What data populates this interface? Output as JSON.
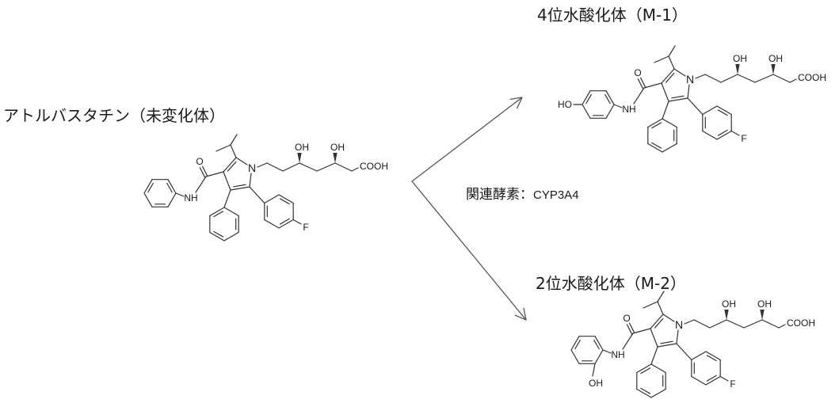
{
  "parent": {
    "title": "アトルバスタチン（未変化体）",
    "atoms": {
      "n": "N",
      "o": "O",
      "nh": "NH",
      "f": "F",
      "oh_1": "OH",
      "oh_2": "OH",
      "cooh": "COOH"
    }
  },
  "metabolite_m1": {
    "title": "4位水酸化体（M-1）",
    "atoms": {
      "n": "N",
      "o": "O",
      "nh": "NH",
      "f": "F",
      "oh_1": "OH",
      "oh_2": "OH",
      "cooh": "COOH",
      "aryl_oh": "HO"
    }
  },
  "metabolite_m2": {
    "title": "2位水酸化体（M-2）",
    "atoms": {
      "n": "N",
      "o": "O",
      "nh": "NH",
      "f": "F",
      "oh_1": "OH",
      "oh_2": "OH",
      "cooh": "COOH",
      "aryl_oh": "OH"
    }
  },
  "enzyme": {
    "label": "関連酵素：",
    "name": "CYP3A4"
  },
  "colors": {
    "bond": "#333333",
    "text": "#1a1a1a",
    "background": "#ffffff",
    "arrow": "#555555"
  }
}
